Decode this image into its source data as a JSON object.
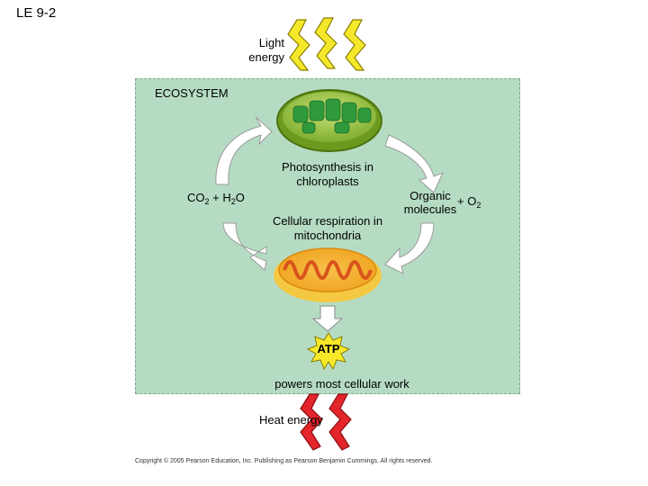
{
  "slide_label": "LE 9-2",
  "light_energy": "Light energy",
  "ecosystem": "ECOSYSTEM",
  "photosynthesis": "Photosynthesis in chloroplasts",
  "cellular_respiration": "Cellular respiration in mitochondria",
  "inputs": {
    "co2": "CO",
    "co2_sub": "2",
    "plus_h2o": " + H",
    "h2o_sub": "2",
    "h2o_end": "O"
  },
  "outputs": {
    "organic": "Organic molecules",
    "plus_o2": "+ O",
    "o2_sub": "2"
  },
  "atp": "ATP",
  "powers": "powers most cellular work",
  "heat_energy": "Heat energy",
  "copyright": "Copyright © 2005 Pearson Education, Inc. Publishing as Pearson Benjamin Cummings. All rights reserved.",
  "colors": {
    "ecosystem_bg": "#b5dcc3",
    "light_bolt": "#f5e82a",
    "heat_bolt": "#e3262b",
    "atp_star": "#f7e928",
    "chloroplast": "#3aa63f",
    "mitochondrion": "#e8822a"
  }
}
